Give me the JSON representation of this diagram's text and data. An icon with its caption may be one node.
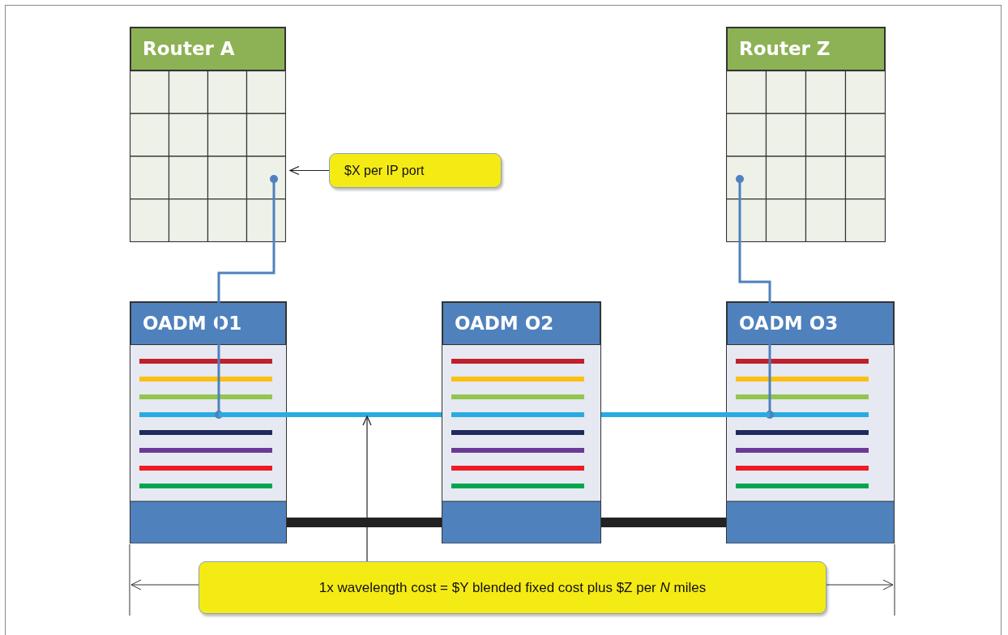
{
  "diagram": {
    "nodes": [
      {
        "text": [
          "Router A"
        ]
      },
      {
        "text": [
          "Router Z"
        ]
      },
      {
        "text": [
          "OADM O1"
        ]
      },
      {
        "text": [
          "OADM O2"
        ]
      },
      {
        "text": [
          "OADM O3"
        ]
      },
      {
        "text": [
          "$X per IP port"
        ]
      },
      {
        "text": [
          "1x wavelength cost = $Y blended  fixed cost plus $Z per *N* miles"
        ]
      }
    ],
    "edges": [
      {
        "from": 5,
        "to": 0,
        "arrow": "to"
      },
      {
        "from": 0,
        "to": 2,
        "arrow": "other",
        "color": "#4f81bd"
      },
      {
        "from": 1,
        "to": 4,
        "arrow": "other",
        "color": "#4f81bd"
      },
      {
        "from": 2,
        "to": 3,
        "arrow": "none",
        "style": "thick",
        "color": "#29abe2"
      },
      {
        "from": 3,
        "to": 4,
        "arrow": "none",
        "style": "thick",
        "color": "#29abe2"
      },
      {
        "from": 2,
        "to": 3,
        "arrow": "none",
        "style": "thick"
      },
      {
        "from": 3,
        "to": 4,
        "arrow": "none",
        "style": "thick"
      },
      {
        "from": 6,
        "to": null,
        "arrow": "to"
      }
    ]
  }
}
